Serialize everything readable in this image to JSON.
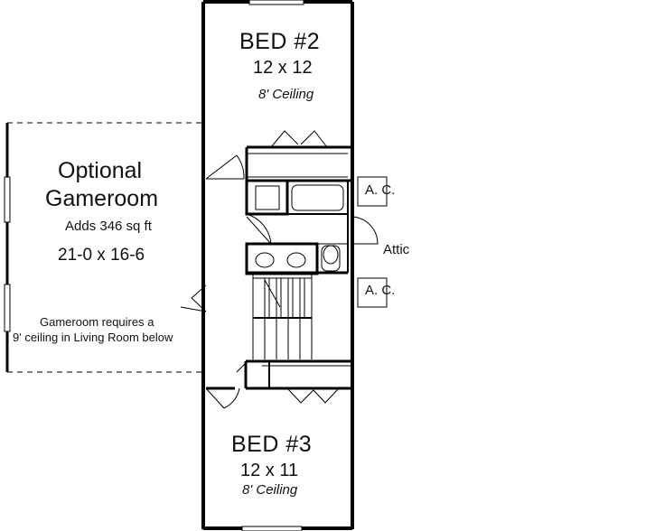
{
  "rooms": {
    "bed2": {
      "name": "BED #2",
      "size": "12 x 12",
      "ceiling": "8' Ceiling"
    },
    "bed3": {
      "name": "BED #3",
      "size": "12 x 11",
      "ceiling": "8' Ceiling"
    }
  },
  "optional_room": {
    "title_line1": "Optional",
    "title_line2": "Gameroom",
    "adds": "Adds 346 sq ft",
    "size": "21-0 x 16-6",
    "note_line1": "Gameroom requires a",
    "note_line2": "9' ceiling in Living Room below"
  },
  "labels": {
    "attic": "Attic",
    "ac_upper": "A. C.",
    "ac_lower": "A. C."
  },
  "colors": {
    "wall": "#000000",
    "background": "#ffffff",
    "dashed_outline": "#333333"
  }
}
